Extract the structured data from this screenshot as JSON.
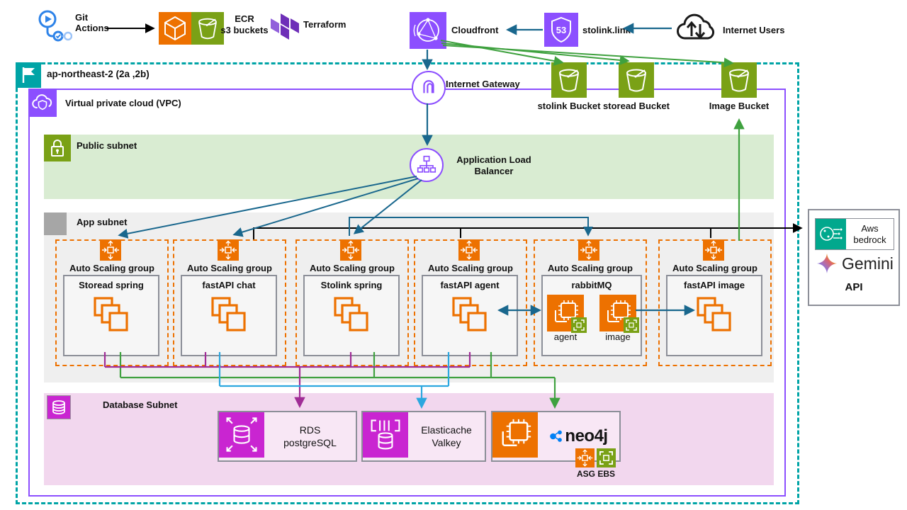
{
  "top_bar": {
    "git_actions": {
      "line1": "Git",
      "line2": "Actions"
    },
    "ecr": {
      "line1": "ECR",
      "line2": "s3 buckets"
    },
    "terraform": {
      "label": "Terraform"
    },
    "cloudfront": {
      "label": "Cloudfront"
    },
    "route53": {
      "label": "stolink.link"
    },
    "internet_users": {
      "label": "Internet Users"
    }
  },
  "region": {
    "label": "ap-northeast-2 (2a ,2b)"
  },
  "vpc": {
    "label": "Virtual private cloud (VPC)"
  },
  "internet_gateway": {
    "label": "Internet Gateway"
  },
  "public_subnet": {
    "label": "Public subnet",
    "alb_line1": "Application Load",
    "alb_line2": "Balancer"
  },
  "buckets": [
    {
      "label": "stolink Bucket"
    },
    {
      "label": "storead Bucket"
    },
    {
      "label": "Image Bucket"
    }
  ],
  "app_subnet": {
    "label": "App subnet",
    "asg_label": "Auto Scaling group",
    "groups": [
      {
        "title": "Storead spring"
      },
      {
        "title": "fastAPI chat"
      },
      {
        "title": "Stolink spring"
      },
      {
        "title": "fastAPI agent"
      },
      {
        "title": "rabbitMQ",
        "instances": [
          {
            "label": "agent"
          },
          {
            "label": "image"
          }
        ]
      },
      {
        "title": "fastAPI image"
      }
    ]
  },
  "database_subnet": {
    "label": "Database Subnet",
    "rds": {
      "line1": "RDS",
      "line2": "postgreSQL"
    },
    "elasticache": {
      "line1": "Elasticache",
      "line2": "Valkey"
    },
    "neo4j": {
      "label": "neo4j",
      "badges_label": "ASG EBS"
    }
  },
  "api_panel": {
    "bedrock_line1": "Aws",
    "bedrock_line2": "bedrock",
    "gemini": "Gemini",
    "api": "API"
  },
  "icons": {
    "route53_number": "53",
    "git-actions-icon": "blue workflow circles with play triangle",
    "ecr-icon": "white cube on orange square",
    "s3-bucket-icon": "white bucket on olive square",
    "terraform-icon": "purple parallelogram blocks",
    "cloudfront-icon": "white globe network on purple square",
    "route53-icon": "white shield 53 on purple square",
    "internet-users-icon": "black cloud with up/down arrows",
    "region-flag-icon": "white flag on teal square",
    "vpc-icon": "white cloud+shield on purple square",
    "lock-icon": "white padlock on olive square",
    "internet-gateway-icon": "purple gateway arch in circle",
    "alb-icon": "purple node tree in circle",
    "asg-icon": "white expand arrows on orange square",
    "instances-icon": "stacked orange squares",
    "ec2-chip-icon": "white chip on orange square",
    "ebs-badge-icon": "white cube brackets on olive square",
    "db-subnet-icon": "white cylinder on magenta square",
    "rds-icon": "white cylinder with corner arrows on magenta square",
    "elasticache-icon": "white cache frame and cylinder on magenta square",
    "neo4j-glyph": "blue three-node graph",
    "bedrock-icon": "white brain circuit on teal square",
    "gemini-star-icon": "four-point gradient star"
  },
  "colors": {
    "region_teal": "#00A4A6",
    "vpc_purple": "#8C4FFF",
    "compute_orange": "#ED7100",
    "storage_green": "#7AA116",
    "db_magenta": "#C925D1",
    "arrow_blue": "#19678D",
    "arrow_green": "#3FA13F",
    "bus_purple": "#A02C96",
    "bus_cyan": "#2BA7DF",
    "line_black": "#000000"
  }
}
